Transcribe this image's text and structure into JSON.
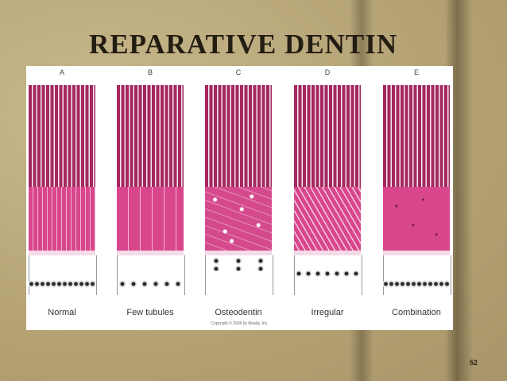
{
  "slide": {
    "title": "REPARATIVE DENTIN",
    "page_number": "52"
  },
  "figure": {
    "panels": [
      {
        "letter": "A",
        "caption": "Normal"
      },
      {
        "letter": "B",
        "caption": "Few tubules"
      },
      {
        "letter": "C",
        "caption": "Osteodentin"
      },
      {
        "letter": "D",
        "caption": "Irregular"
      },
      {
        "letter": "E",
        "caption": "Combination"
      }
    ],
    "copyright": "Copyright © 2006 by Mosby, Inc."
  }
}
